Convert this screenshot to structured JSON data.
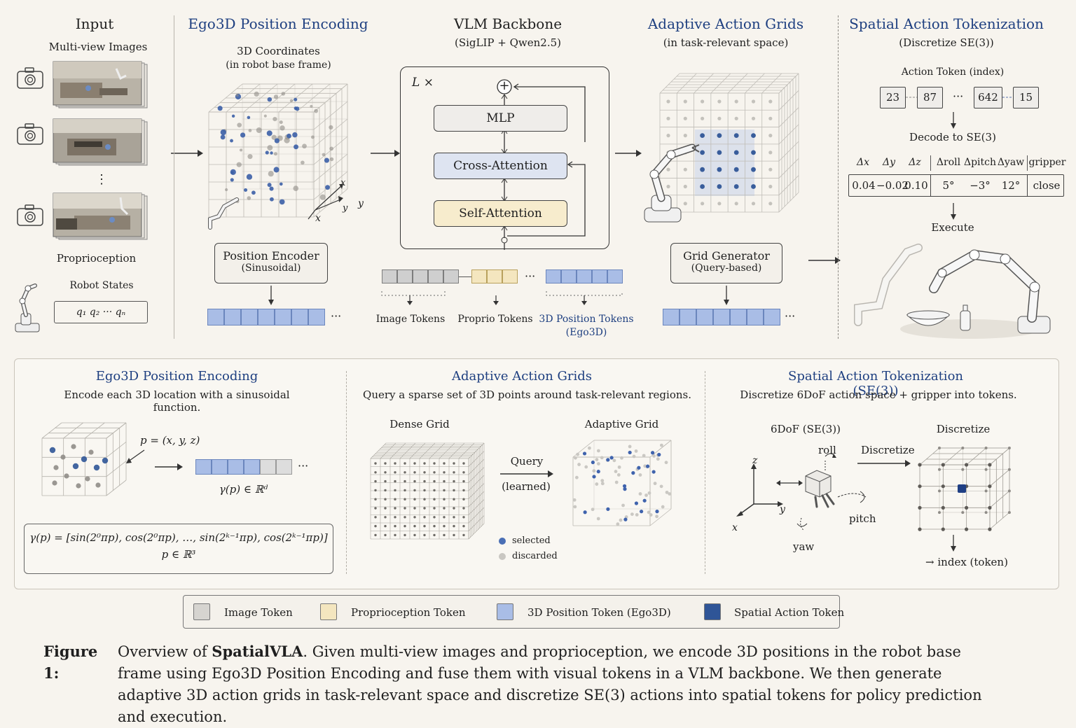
{
  "top": {
    "input": {
      "title": "Input",
      "multiview": "Multi-view Images",
      "dots": "⋮",
      "proprioception": "Proprioception",
      "robot_states": "Robot States",
      "q_vector": "q₁   q₂   ···   qₙ"
    },
    "ego3d": {
      "title": "Ego3D Position Encoding",
      "coords_line1": "3D Coordinates",
      "coords_line2": "(in robot base frame)",
      "axis_x": "x",
      "axis_y": "y",
      "axis_z": "x",
      "axis_y2": "y",
      "encoder_line1": "Position Encoder",
      "encoder_line2": "(Sinusoidal)",
      "ellipsis": "···"
    },
    "vlm": {
      "title": "VLM Backbone",
      "subtitle": "(SigLIP + Qwen2.5)",
      "repeat": "L ×",
      "plus": "+",
      "mlp": "MLP",
      "cross": "Cross-Attention",
      "self": "Self-Attention",
      "image_tokens": "Image Tokens",
      "proprio_tokens": "Proprio Tokens",
      "pos_tokens_line1": "3D Position Tokens",
      "pos_tokens_line2": "(Ego3D)",
      "ellipsis": "···"
    },
    "grids": {
      "title": "Adaptive Action Grids",
      "subtitle": "(in task-relevant space)",
      "gen_line1": "Grid Generator",
      "gen_line2": "(Query-based)",
      "ellipsis": "···"
    },
    "tokenization": {
      "title": "Spatial Action Tokenization",
      "subtitle": "(Discretize SE(3))",
      "action_token": "Action Token (index)",
      "tokens": [
        "23",
        "87",
        "642",
        "15"
      ],
      "dots": "···",
      "decode": "Decode to SE(3)",
      "headers": [
        "Δx",
        "Δy",
        "Δz",
        "Δroll",
        "Δpitch",
        "Δyaw",
        "gripper"
      ],
      "values": [
        "0.04",
        "−0.02",
        "0.10",
        "5°",
        "−3°",
        "12°",
        "close"
      ],
      "execute": "Execute"
    }
  },
  "bottom": {
    "ego3d": {
      "title": "Ego3D Position Encoding",
      "desc": "Encode each 3D location with a sinusoidal function.",
      "p_def": "p = (x, y, z)",
      "gamma": "γ(p) ∈ ℝᵈ",
      "ellipsis": "···",
      "formula": "γ(p) = [sin(2⁰πp), cos(2⁰πp), …, sin(2ᵏ⁻¹πp), cos(2ᵏ⁻¹πp)]",
      "domain": "p ∈ ℝ³"
    },
    "grids": {
      "title": "Adaptive Action Grids",
      "desc": "Query a sparse set of 3D points around task-relevant regions.",
      "dense": "Dense Grid",
      "adaptive": "Adaptive Grid",
      "query": "Query",
      "learned": "(learned)",
      "selected": "selected",
      "discarded": "discarded"
    },
    "tokenization": {
      "title": "Spatial Action Tokenization (SE(3))",
      "desc": "Discretize 6DoF action space + gripper into tokens.",
      "sixdof": "6DoF (SE(3))",
      "discretize_head": "Discretize",
      "discretize_arrow": "Discretize",
      "roll": "roll",
      "pitch": "pitch",
      "yaw": "yaw",
      "axis_z": "z",
      "axis_y": "y",
      "axis_x": "x",
      "index": "→ index (token)"
    }
  },
  "legend": {
    "items": [
      {
        "label": "Image Token",
        "color": "#d6d4d0"
      },
      {
        "label": "Proprioception Token",
        "color": "#f4e6bf"
      },
      {
        "label": "3D Position Token (Ego3D)",
        "color": "#a9bde6"
      },
      {
        "label": "Spatial Action Token",
        "color": "#2f5597"
      }
    ]
  },
  "caption": {
    "label": "Figure 1",
    "prefix": "Overview of ",
    "name": "SpatialVLA",
    "text": ". Given multi-view images and proprioception, we encode 3D positions in the robot base frame using Ego3D Position Encoding and fuse them with visual tokens in a VLM backbone. We then generate adaptive 3D action grids in task-relevant space and discretize SE(3) actions into spatial tokens for policy prediction and execution."
  }
}
